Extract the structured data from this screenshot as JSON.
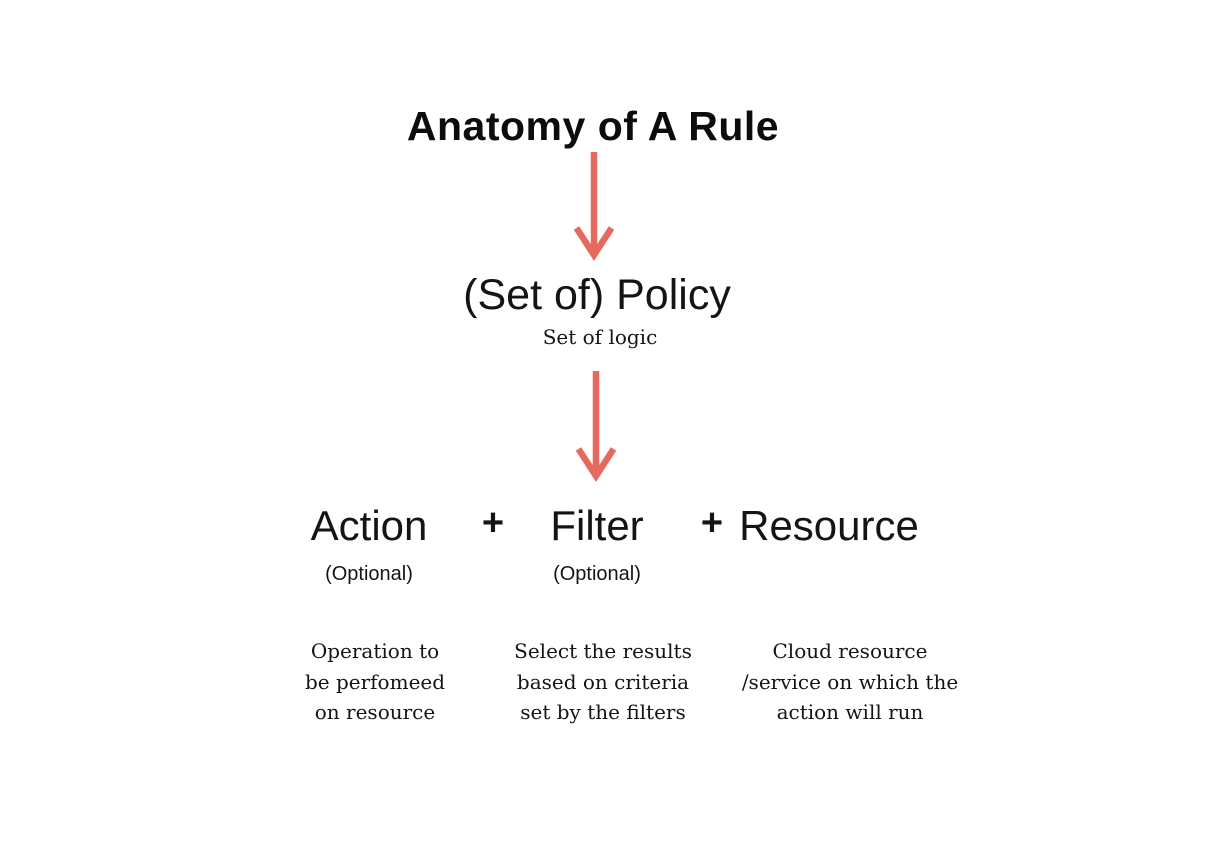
{
  "diagram": {
    "title": "Anatomy of A Rule",
    "arrow_color": "#E5695F",
    "policy": {
      "heading": "(Set of) Policy",
      "subheading": "Set of logic"
    },
    "plus": "+",
    "components": {
      "action": {
        "label": "Action",
        "qualifier": "(Optional)",
        "description": "Operation to\nbe perfomeed\non resource"
      },
      "filter": {
        "label": "Filter",
        "qualifier": "(Optional)",
        "description": "Select the results\nbased on criteria\nset by the filters"
      },
      "resource": {
        "label": "Resource",
        "description": "Cloud resource\n/service on which the\naction will run"
      }
    }
  }
}
